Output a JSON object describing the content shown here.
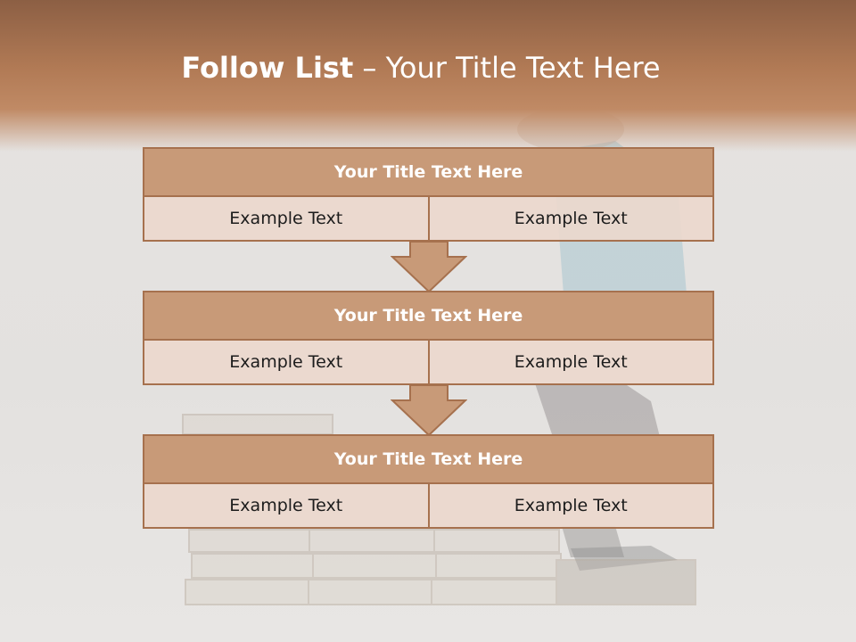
{
  "slide": {
    "title_bold": "Follow List",
    "title_rest": " – Your Title Text Here"
  },
  "steps": [
    {
      "title": "Your Title Text Here",
      "left": "Example Text",
      "right": "Example Text"
    },
    {
      "title": "Your Title Text Here",
      "left": "Example Text",
      "right": "Example Text"
    },
    {
      "title": "Your Title Text Here",
      "left": "Example Text",
      "right": "Example Text"
    }
  ],
  "colors": {
    "header": "#b17a55",
    "box_title_fill": "#c89a78",
    "box_border": "#a6714e",
    "cell_fill": "#ecd8cd"
  },
  "icons": [
    "down-arrow-icon"
  ]
}
